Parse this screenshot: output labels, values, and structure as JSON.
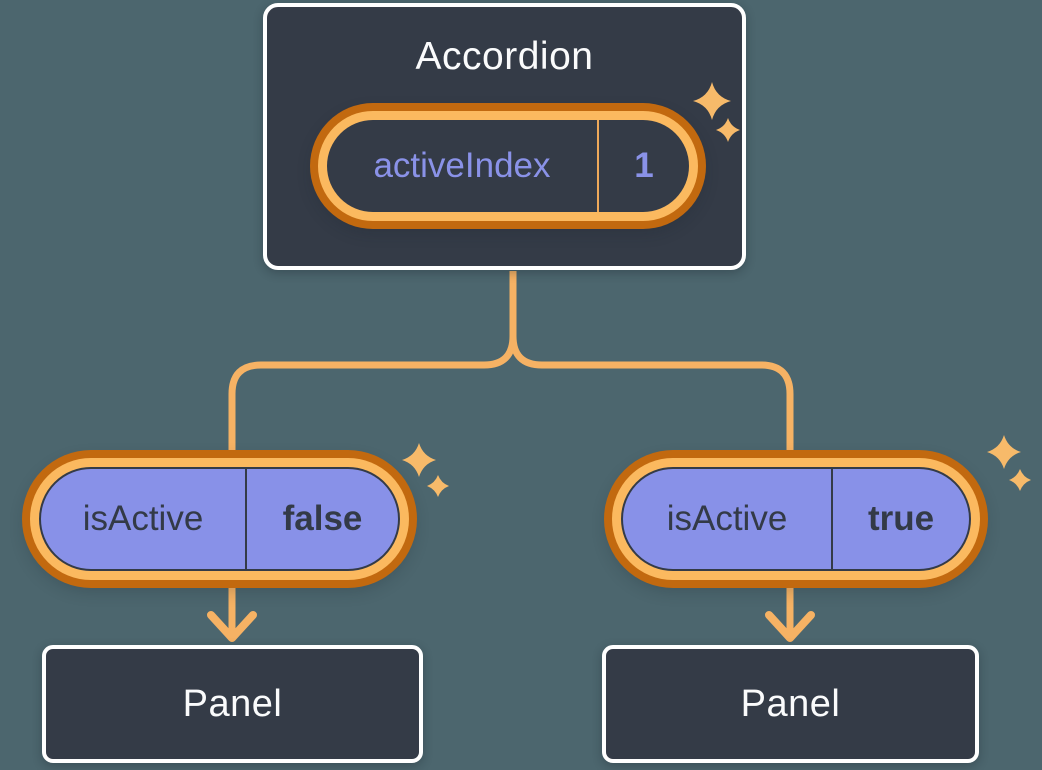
{
  "canvas": {
    "background": "#4C666E"
  },
  "accordion": {
    "title": "Accordion",
    "state": {
      "key": "activeIndex",
      "value": "1"
    }
  },
  "children": [
    {
      "prop": {
        "key": "isActive",
        "value": "false"
      },
      "panel_label": "Panel"
    },
    {
      "prop": {
        "key": "isActive",
        "value": "true"
      },
      "panel_label": "Panel"
    }
  ],
  "decorations": {
    "sparkle": "four-point-star"
  },
  "colors": {
    "background": "#4C666E",
    "node_fill": "#343B47",
    "node_border": "#FFFFFF",
    "pill_ring_outer": "#C2690F",
    "pill_ring_inner": "#FBB95F",
    "pill_purple_fill": "#8891E8",
    "state_text": "#8A92E8",
    "prop_text": "#333A47",
    "connector": "#F6B264",
    "sparkle": "#F7BA6A"
  }
}
